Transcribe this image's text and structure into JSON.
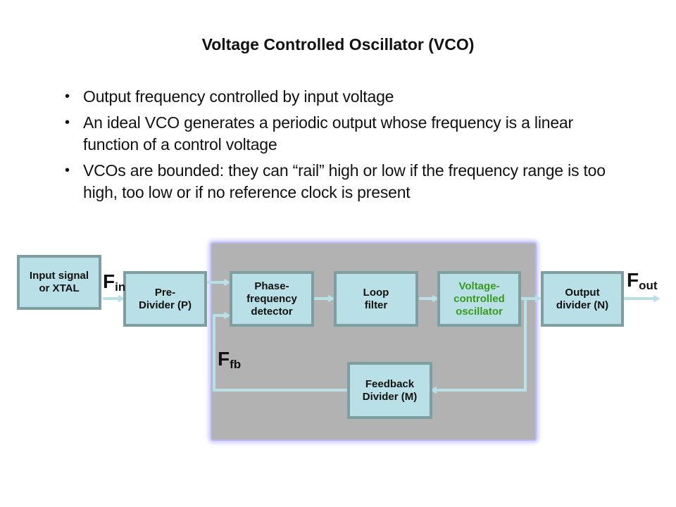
{
  "slide": {
    "title": "Voltage Controlled Oscillator (VCO)",
    "bullets": [
      "Output frequency controlled by input voltage",
      "An ideal VCO generates a periodic output whose frequency is a linear function of a control voltage",
      "VCOs are bounded: they can “rail” high or low if the frequency range is too high, too low or if no reference clock is present"
    ],
    "bullet_glyph": "•"
  },
  "diagram": {
    "blocks": {
      "input": "Input signal or XTAL",
      "pre_divider": "Pre-Divider (P)",
      "pfd": "Phase-frequency detector",
      "loop_filter": "Loop filter",
      "vco": "Voltage-controlled oscillator",
      "output_divider": "Output divider (N)",
      "feedback_divider": "Feedback Divider (M)"
    },
    "signals": {
      "fin": {
        "main": "F",
        "sub": "in"
      },
      "fout": {
        "main": "F",
        "sub": "out"
      },
      "ffb": {
        "main": "F",
        "sub": "fb"
      }
    },
    "colors": {
      "block_fill": "#b8e0e6",
      "block_border": "#7f9ea0",
      "panel_fill": "#b2b2b2",
      "panel_glow": "#b8b8f0",
      "wire": "#b8e0e6",
      "vco_text": "#3a9a1e"
    }
  }
}
